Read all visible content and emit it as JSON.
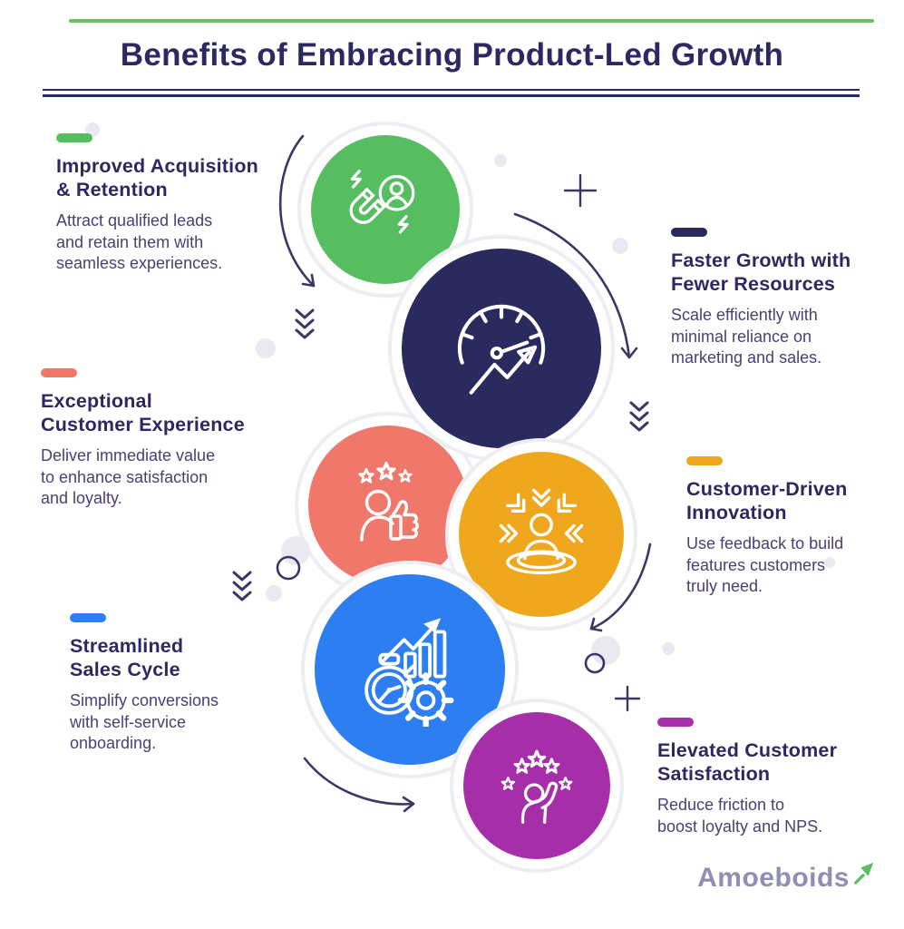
{
  "header": {
    "title": "Benefits of Embracing Product-Led Growth"
  },
  "benefits": [
    {
      "title_lines": [
        "Improved Acquisition",
        "& Retention"
      ],
      "body_lines": [
        "Attract qualified leads",
        "and retain them with",
        "seamless experiences."
      ],
      "color": "#56be60",
      "icon": "magnet-attracting-user-icon"
    },
    {
      "title_lines": [
        "Faster Growth with",
        "Fewer Resources"
      ],
      "body_lines": [
        "Scale efficiently with",
        "minimal reliance on",
        "marketing and sales."
      ],
      "color": "#2b2a5e",
      "icon": "speedometer-growth-icon"
    },
    {
      "title_lines": [
        "Exceptional",
        "Customer Experience"
      ],
      "body_lines": [
        "Deliver immediate value",
        "to enhance satisfaction",
        "and loyalty."
      ],
      "color": "#f0786b",
      "icon": "thumbs-up-rating-icon"
    },
    {
      "title_lines": [
        "Customer-Driven",
        "Innovation"
      ],
      "body_lines": [
        "Use feedback to build",
        "features customers",
        "truly need."
      ],
      "color": "#efa71d",
      "icon": "customer-focus-icon"
    },
    {
      "title_lines": [
        "Streamlined",
        "Sales Cycle"
      ],
      "body_lines": [
        "Simplify conversions",
        "with self-service",
        "onboarding."
      ],
      "color": "#2c7ef1",
      "icon": "stopwatch-gear-chart-icon"
    },
    {
      "title_lines": [
        "Elevated Customer",
        "Satisfaction"
      ],
      "body_lines": [
        "Reduce friction to",
        "boost loyalty and NPS."
      ],
      "color": "#a62fa9",
      "icon": "five-star-person-icon"
    }
  ],
  "logo": {
    "text": "Amoeboids",
    "accent_color": "#5abf63"
  },
  "colors": {
    "title": "#2b2862",
    "body_text": "#454274",
    "top_rule": "#66c164",
    "decor_stroke": "#3a3768",
    "logo_text": "#908eb2",
    "halo_ring": "#ededf4"
  }
}
